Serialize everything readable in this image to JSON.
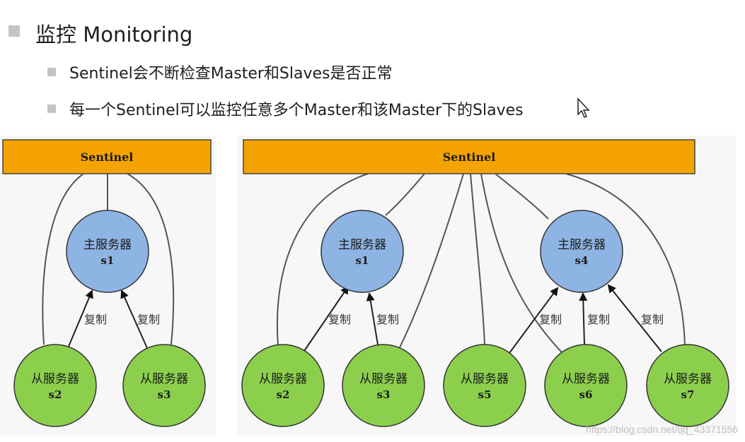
{
  "heading": {
    "text": "监控 Monitoring"
  },
  "bullets": [
    {
      "text": "Sentinel会不断检查Master和Slaves是否正常"
    },
    {
      "text": "每一个Sentinel可以监控任意多个Master和该Master下的Slaves"
    }
  ],
  "diagram": {
    "left": {
      "sentinel": "Sentinel",
      "master": {
        "title": "主服务器",
        "id": "s1"
      },
      "slaves": [
        {
          "title": "从服务器",
          "id": "s2"
        },
        {
          "title": "从服务器",
          "id": "s3"
        }
      ],
      "edge_labels": [
        "复制",
        "复制"
      ]
    },
    "right": {
      "sentinel": "Sentinel",
      "masters": [
        {
          "title": "主服务器",
          "id": "s1"
        },
        {
          "title": "主服务器",
          "id": "s4"
        }
      ],
      "slaves": [
        {
          "title": "从服务器",
          "id": "s2"
        },
        {
          "title": "从服务器",
          "id": "s3"
        },
        {
          "title": "从服务器",
          "id": "s5"
        },
        {
          "title": "从服务器",
          "id": "s6"
        },
        {
          "title": "从服务器",
          "id": "s7"
        }
      ],
      "edge_labels": [
        "复制",
        "复制",
        "复制",
        "复制",
        "复制"
      ]
    },
    "colors": {
      "sentinel_fill": "#f5a300",
      "master_fill": "#8eb4e3",
      "slave_fill": "#8ccf4d"
    }
  },
  "watermark": "https://blog.csdn.net/qq_43371556"
}
